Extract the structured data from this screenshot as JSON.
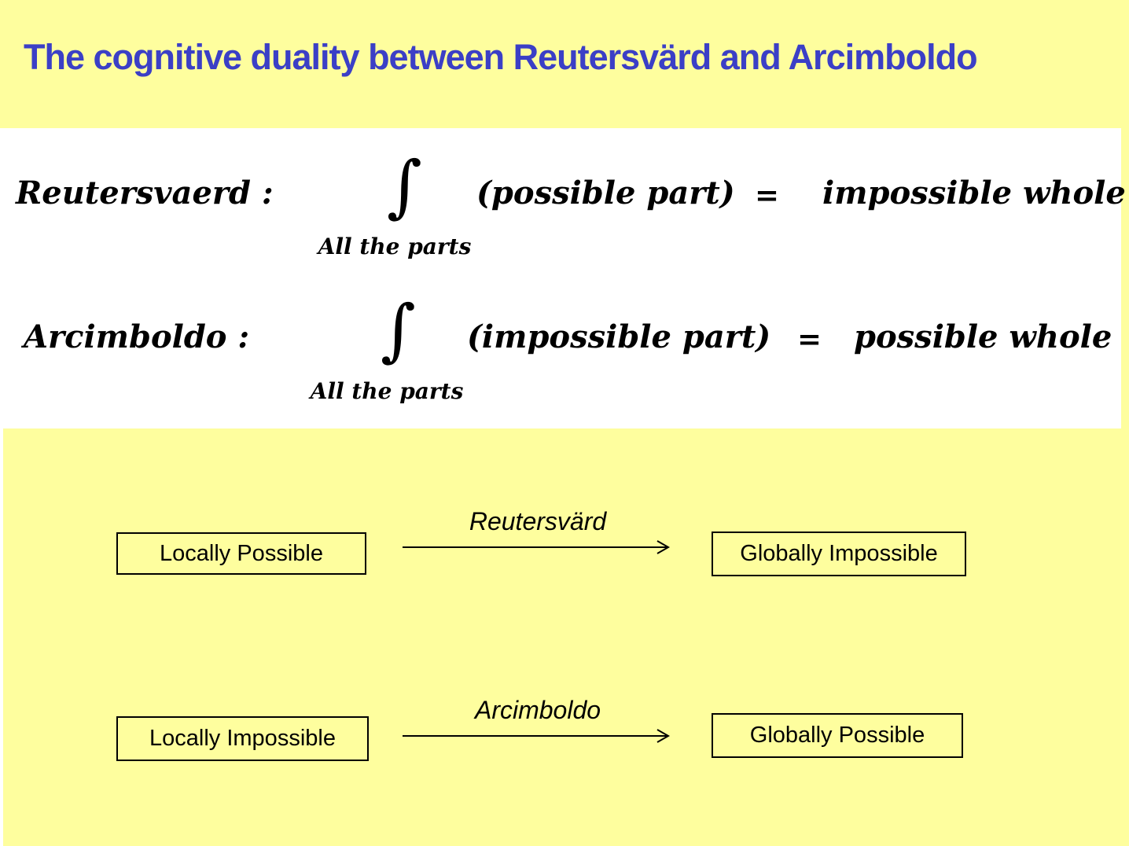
{
  "title": "The cognitive duality between Reutersvärd and Arcimboldo",
  "colors": {
    "yellow": "#FEFE9E",
    "blue": "#3B3FC6",
    "ink": "#000000",
    "white": "#FFFFFF"
  },
  "formulas": [
    {
      "name": "Reutersvaerd :",
      "integral": "∫",
      "subscript": "All the parts",
      "integrand": "(possible part)",
      "equals": "=",
      "result": "impossible whole"
    },
    {
      "name": "Arcimboldo :",
      "integral": "∫",
      "subscript": "All the parts",
      "integrand": "(impossible part)",
      "equals": "=",
      "result": "possible whole"
    }
  ],
  "diagram": {
    "rows": [
      {
        "source": "Locally Possible",
        "arrow_label": "Reutersvärd",
        "target": "Globally Impossible"
      },
      {
        "source": "Locally Impossible",
        "arrow_label": "Arcimboldo",
        "target": "Globally Possible"
      }
    ]
  }
}
